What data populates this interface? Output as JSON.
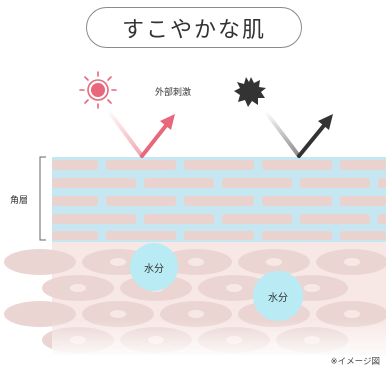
{
  "title": "すこやかな肌",
  "labels": {
    "external_stimulus": "外部刺激",
    "stratum_corneum": "角層",
    "moisture_1": "水分",
    "moisture_2": "水分",
    "caption": "※イメージ図"
  },
  "colors": {
    "moisture": "#b9ebf5",
    "brick": "#ead2cf",
    "mortar": "#c6e7f2",
    "lower_layer": "#f7e8e6",
    "cell": "#ead5d2",
    "sun_arrow": "#e8677b",
    "dark_arrow": "#333333"
  }
}
